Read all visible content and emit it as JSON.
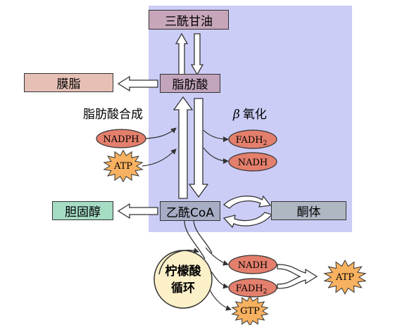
{
  "nodes": {
    "triglyceride": "三酰甘油",
    "membrane_lipid": "膜脂",
    "fatty_acid": "脂肪酸",
    "acetyl_coa": "乙酰CoA",
    "ketone_bodies": "酮体",
    "cholesterol": "胆固醇"
  },
  "labels": {
    "fa_synthesis": "脂肪酸合成",
    "beta_symbol": "β",
    "beta_oxidation": "氧化",
    "tca_line1": "柠檬酸",
    "tca_line2": "循环"
  },
  "molecules": {
    "nadph": "NADPH",
    "atp": "ATP",
    "fadh2_base": "FADH",
    "fadh2_sub": "2",
    "nadh": "NADH",
    "gtp": "GTP"
  },
  "colors": {
    "highlight_region": "#cccdf7",
    "triglyceride_fill": "#c7a6ba",
    "membrane_lipid_fill": "#e6c0b5",
    "fatty_acid_fill": "#c2a4bd",
    "acetyl_coa_fill": "#a7adc4",
    "ketone_fill": "#afb7c3",
    "cholesterol_fill": "#a5dcc4",
    "cofactor_fill": "#e37f6c",
    "atp_star_fill": "#f7b160",
    "tca_circle_fill": "#fbf0c8"
  }
}
